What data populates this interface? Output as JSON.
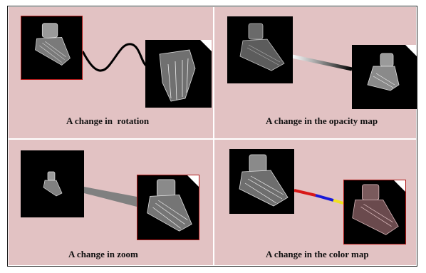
{
  "captions": {
    "rotation": "A change in  rotation",
    "opacity": "A change in the opacity map",
    "zoom": "A change in zoom",
    "color": "A change in the color map"
  },
  "colors": {
    "background": "#e2c2c3",
    "frame_border": "#1a1a1a",
    "thumb_border": "#b01818",
    "color_map_segments": [
      "#d81818",
      "#1a1ad8",
      "#f0e020"
    ]
  },
  "icon_names": [
    "foot-xray-thumbnail",
    "white-corner-marker"
  ]
}
